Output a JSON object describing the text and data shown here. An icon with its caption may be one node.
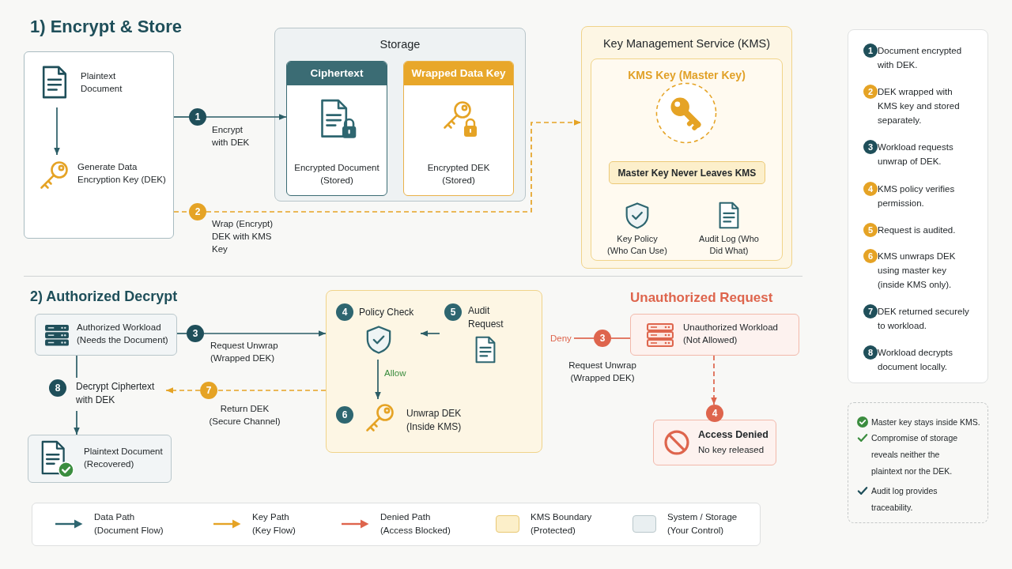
{
  "diagram": {
    "nodes": [
      {
        "text": [],
        "shape": "box"
      },
      {
        "text": [
          "Plaintext Document"
        ],
        "in": 0
      },
      {
        "text": [
          "Generate Data Encryption Key (DEK)"
        ],
        "in": 0
      },
      {
        "text": [
          "1"
        ]
      },
      {
        "text": [
          "2"
        ]
      },
      {
        "text": [
          "Storage"
        ]
      },
      {
        "text": [
          "Ciphertext",
          "Encrypted Document (Stored)"
        ],
        "in": 5
      },
      {
        "text": [
          "Wrapped Data Key",
          "Encrypted DEK (Stored)"
        ],
        "in": 5
      },
      {
        "text": [
          "Key Management Service (KMS)"
        ]
      },
      {
        "text": [
          "KMS Key (Master Key)"
        ],
        "in": 8
      },
      {
        "text": [
          "Master Key Never Leaves KMS"
        ],
        "in": 9
      },
      {
        "text": [
          "Key Policy (Who Can Use)"
        ],
        "in": 9
      },
      {
        "text": [
          "Audit Log (Who Did What)"
        ],
        "in": 9
      },
      {
        "text": [
          "Authorized Workload (Needs the Document)"
        ]
      },
      {
        "text": [
          "3"
        ]
      },
      {
        "text": [],
        "shape": "box"
      },
      {
        "text": [
          "4",
          "Policy Check"
        ],
        "in": 15
      },
      {
        "text": [
          "5",
          "Audit Request"
        ],
        "in": 15
      },
      {
        "text": [
          "6",
          "Unwrap DEK (Inside KMS)"
        ],
        "in": 15
      },
      {
        "text": [
          "8",
          "Decrypt Ciphertext with DEK"
        ]
      },
      {
        "text": [
          "7"
        ]
      },
      {
        "text": [
          "Plaintext Document (Recovered)"
        ]
      },
      {
        "text": [
          "Unauthorized Workload (Not Allowed)"
        ]
      },
      {
        "text": [
          "3"
        ]
      },
      {
        "text": [
          "Deny"
        ]
      },
      {
        "text": [
          "4",
          "Access Denied",
          "No key released"
        ]
      }
    ],
    "edges": [
      {
        "from": 1,
        "to": 2,
        "arrow": "to"
      },
      {
        "from": 0,
        "to": 3,
        "arrow": "none"
      },
      {
        "from": 3,
        "to": 6,
        "arrow": "to",
        "label": "Encrypt with DEK"
      },
      {
        "from": 0,
        "to": 4,
        "arrow": "none",
        "style": "dashed",
        "color": "#e5a325"
      },
      {
        "from": 4,
        "to": 8,
        "arrow": "to",
        "label": "Wrap (Encrypt) DEK with KMS Key",
        "style": "dashed",
        "color": "#e5a325"
      },
      {
        "from": 13,
        "to": 14,
        "arrow": "none"
      },
      {
        "from": 14,
        "to": 15,
        "arrow": "to",
        "label": "Request Unwrap (Wrapped DEK)"
      },
      {
        "from": 17,
        "to": 16,
        "arrow": "to"
      },
      {
        "from": 16,
        "to": 18,
        "arrow": "to",
        "label": "Allow"
      },
      {
        "from": 15,
        "to": 20,
        "arrow": "none",
        "label": "Return DEK (Secure Channel)",
        "style": "dashed",
        "color": "#e5a325"
      },
      {
        "from": 20,
        "to": 19,
        "arrow": "to",
        "style": "dashed",
        "color": "#e5a325"
      },
      {
        "from": 13,
        "to": 19,
        "arrow": "none"
      },
      {
        "from": 19,
        "to": 21,
        "arrow": "to"
      },
      {
        "from": 22,
        "to": 23,
        "arrow": "none",
        "color": "#de654d"
      },
      {
        "from": 23,
        "to": 24,
        "arrow": "none",
        "label": "Request Unwrap (Wrapped DEK)",
        "color": "#de654d"
      },
      {
        "from": 22,
        "to": 25,
        "arrow": "to",
        "style": "dashed",
        "color": "#de654d"
      }
    ],
    "labels": [
      "1) Encrypt & Store",
      "1",
      "Document encrypted with DEK.",
      "2",
      "DEK wrapped with KMS key and stored separately.",
      "3",
      "Workload requests unwrap of DEK.",
      "4",
      "KMS policy verifies permission.",
      "5",
      "Request is audited.",
      "6",
      "KMS unwraps DEK using master key (inside KMS only).",
      "7",
      "DEK returned securely to workload.",
      "8",
      "Workload decrypts document locally.",
      "2) Authorized Decrypt",
      "Unauthorized Request",
      "Master key stays inside KMS.",
      "Compromise of storage reveals neither the plaintext nor the DEK.",
      "Audit log provides traceability."
    ],
    "legend": [
      {
        "text": "Data Path (Document Flow)"
      },
      {
        "text": "Key Path (Key Flow)"
      },
      {
        "text": "Denied Path (Access Blocked)"
      },
      {
        "text": "KMS Boundary (Protected)",
        "color": "#fcefc9"
      },
      {
        "text": "System / Storage (Your Control)",
        "color": "#e9eff1"
      }
    ]
  }
}
